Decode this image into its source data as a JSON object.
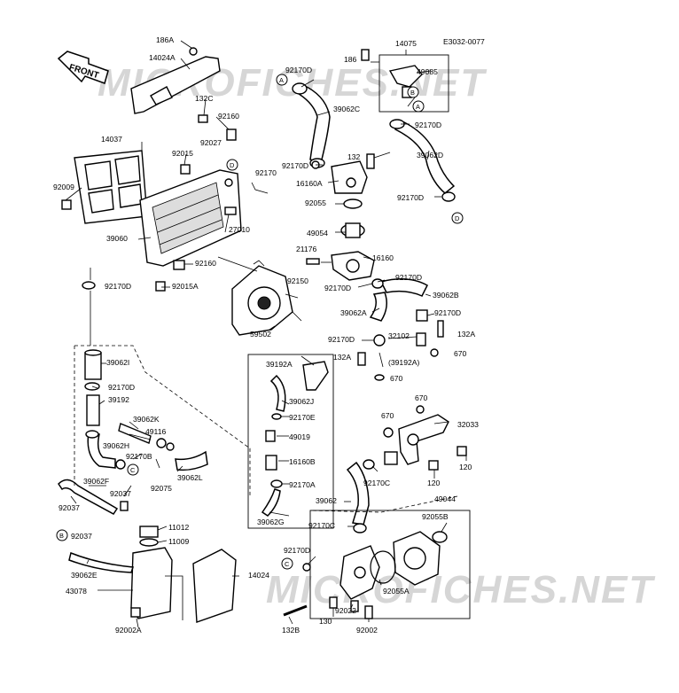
{
  "diagram": {
    "code": "E3032-0077",
    "watermark_top": "MICROFICHES.NET",
    "watermark_bottom": "MICROFICHES.NET",
    "front_arrow": "FRONT",
    "callouts": [
      {
        "id": "186A",
        "text": "186A"
      },
      {
        "id": "14024A",
        "text": "14024A"
      },
      {
        "id": "132C",
        "text": "132C"
      },
      {
        "id": "92160a",
        "text": "92160"
      },
      {
        "id": "92027",
        "text": "92027"
      },
      {
        "id": "14037",
        "text": "14037"
      },
      {
        "id": "92015",
        "text": "92015"
      },
      {
        "id": "92009",
        "text": "92009"
      },
      {
        "id": "92170a",
        "text": "92170"
      },
      {
        "id": "27010",
        "text": "27010"
      },
      {
        "id": "39060",
        "text": "39060"
      },
      {
        "id": "92160b",
        "text": "92160"
      },
      {
        "id": "92170Da",
        "text": "92170D"
      },
      {
        "id": "92015A",
        "text": "92015A"
      },
      {
        "id": "92150",
        "text": "92150"
      },
      {
        "id": "59502",
        "text": "59502"
      },
      {
        "id": "92170Db",
        "text": "92170D"
      },
      {
        "id": "39062C",
        "text": "39062C"
      },
      {
        "id": "92170Dc",
        "text": "92170D"
      },
      {
        "id": "16160A",
        "text": "16160A"
      },
      {
        "id": "132a",
        "text": "132"
      },
      {
        "id": "92055",
        "text": "92055"
      },
      {
        "id": "49054",
        "text": "49054"
      },
      {
        "id": "21176",
        "text": "21176"
      },
      {
        "id": "16160",
        "text": "16160"
      },
      {
        "id": "92170Dd",
        "text": "92170D"
      },
      {
        "id": "92170De",
        "text": "92170D"
      },
      {
        "id": "39062B",
        "text": "39062B"
      },
      {
        "id": "39062A",
        "text": "39062A"
      },
      {
        "id": "92170Df",
        "text": "92170D"
      },
      {
        "id": "92170Dg",
        "text": "92170D"
      },
      {
        "id": "32102",
        "text": "32102"
      },
      {
        "id": "132Aa",
        "text": "132A"
      },
      {
        "id": "132Ab",
        "text": "132A"
      },
      {
        "id": "670a",
        "text": "670"
      },
      {
        "id": "39192Ap",
        "text": "(39192A)"
      },
      {
        "id": "670b",
        "text": "670"
      },
      {
        "id": "14075",
        "text": "14075"
      },
      {
        "id": "186",
        "text": "186"
      },
      {
        "id": "49085",
        "text": "49085"
      },
      {
        "id": "92170Dh",
        "text": "92170D"
      },
      {
        "id": "39062D",
        "text": "39062D"
      },
      {
        "id": "92170Di",
        "text": "92170D"
      },
      {
        "id": "39062I",
        "text": "39062I"
      },
      {
        "id": "92170Dj",
        "text": "92170D"
      },
      {
        "id": "39192",
        "text": "39192"
      },
      {
        "id": "39062K",
        "text": "39062K"
      },
      {
        "id": "49116",
        "text": "49116"
      },
      {
        "id": "39062H",
        "text": "39062H"
      },
      {
        "id": "92170B",
        "text": "92170B"
      },
      {
        "id": "39062L",
        "text": "39062L"
      },
      {
        "id": "92075",
        "text": "92075"
      },
      {
        "id": "39192A",
        "text": "39192A"
      },
      {
        "id": "39062J",
        "text": "39062J"
      },
      {
        "id": "92170E",
        "text": "92170E"
      },
      {
        "id": "49019",
        "text": "49019"
      },
      {
        "id": "16160B",
        "text": "16160B"
      },
      {
        "id": "92170A",
        "text": "92170A"
      },
      {
        "id": "39062G",
        "text": "39062G"
      },
      {
        "id": "670c",
        "text": "670"
      },
      {
        "id": "670d",
        "text": "670"
      },
      {
        "id": "32033",
        "text": "32033"
      },
      {
        "id": "120a",
        "text": "120"
      },
      {
        "id": "120b",
        "text": "120"
      },
      {
        "id": "92170C",
        "text": "92170C"
      },
      {
        "id": "39062",
        "text": "39062"
      },
      {
        "id": "92170Ca",
        "text": "92170C"
      },
      {
        "id": "49044",
        "text": "49044"
      },
      {
        "id": "92055B",
        "text": "92055B"
      },
      {
        "id": "92170Dk",
        "text": "92170D"
      },
      {
        "id": "92055A",
        "text": "92055A"
      },
      {
        "id": "92022",
        "text": "92022"
      },
      {
        "id": "130",
        "text": "130"
      },
      {
        "id": "92002",
        "text": "92002"
      },
      {
        "id": "132B",
        "text": "132B"
      },
      {
        "id": "39062F",
        "text": "39062F"
      },
      {
        "id": "92037a",
        "text": "92037"
      },
      {
        "id": "92037b",
        "text": "92037"
      },
      {
        "id": "11012",
        "text": "11012"
      },
      {
        "id": "11009",
        "text": "11009"
      },
      {
        "id": "92037c",
        "text": "92037"
      },
      {
        "id": "39062E",
        "text": "39062E"
      },
      {
        "id": "43078",
        "text": "43078"
      },
      {
        "id": "14024",
        "text": "14024"
      },
      {
        "id": "92002A",
        "text": "92002A"
      }
    ],
    "ref_markers": [
      {
        "id": "A1",
        "text": "A"
      },
      {
        "id": "A2",
        "text": "A"
      },
      {
        "id": "B1",
        "text": "B"
      },
      {
        "id": "B2",
        "text": "B"
      },
      {
        "id": "C1",
        "text": "C"
      },
      {
        "id": "C2",
        "text": "C"
      },
      {
        "id": "D1",
        "text": "D"
      },
      {
        "id": "D2",
        "text": "D"
      }
    ]
  }
}
